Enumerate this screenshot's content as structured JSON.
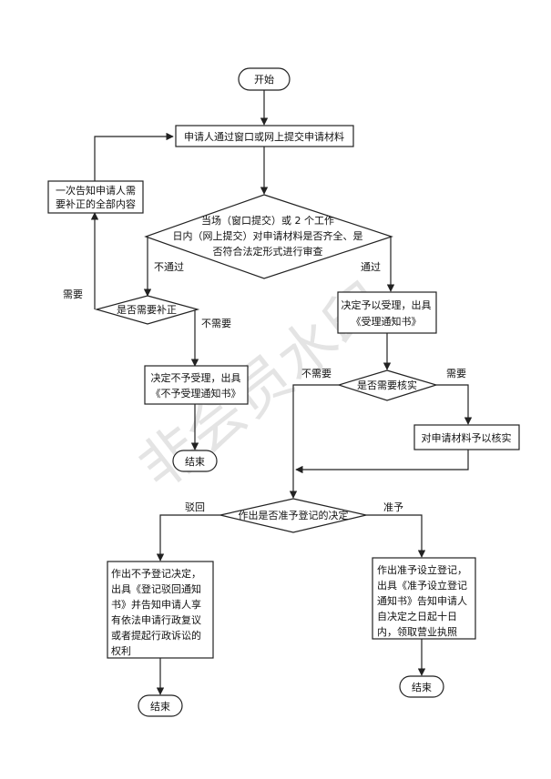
{
  "watermark": "非会员水印",
  "nodes": {
    "start": "开始",
    "submit": "申请人通过窗口或网上提交申请材料",
    "notify_line1": "一次告知申请人需",
    "notify_line2": "要补正的全部内容",
    "review_line1": "当场（窗口提交）或 2 个工作",
    "review_line2": "日内（网上提交）对申请材料是否齐全、是",
    "review_line3": "否符合法定形式进行审查",
    "need_fix": "是否需要补正",
    "reject_line1": "决定不予受理，出具",
    "reject_line2": "《不予受理通知书》",
    "end1": "结束",
    "accept_line1": "决定予以受理，出具",
    "accept_line2": "《受理通知书》",
    "need_verify": "是否需要核实",
    "verify": "对申请材料予以核实",
    "decide": "作出是否准予登记的决定",
    "deny_line1": "作出不予登记决定，",
    "deny_line2": "出具《登记驳回通知",
    "deny_line3": "书》并告知申请人享",
    "deny_line4": "有依法申请行政复议",
    "deny_line5": "或者提起行政诉讼的",
    "deny_line6": "权利",
    "end2": "结束",
    "grant_line1": "作出准予设立登记，",
    "grant_line2": "出具《准予设立登记",
    "grant_line3": "通知书》告知申请人",
    "grant_line4": "自决定之日起十日",
    "grant_line5": "内，领取营业执照",
    "end3": "结束"
  },
  "edges": {
    "fail": "不通过",
    "pass": "通过",
    "needed": "需要",
    "not_needed": "不需要",
    "verify_not_needed": "不需要",
    "verify_needed": "需要",
    "rejected": "驳回",
    "granted": "准予"
  }
}
